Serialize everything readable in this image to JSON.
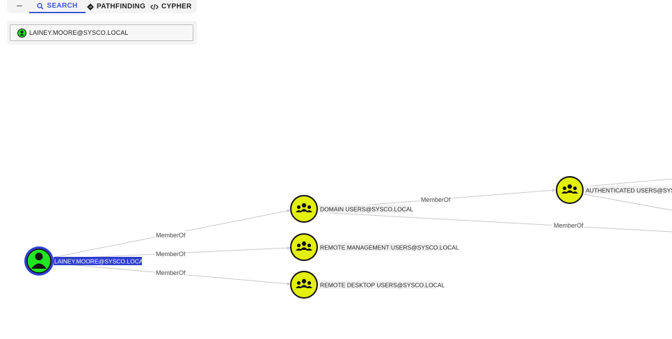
{
  "toolbar": {
    "collapse_symbol": "–",
    "tabs": [
      {
        "label": "SEARCH",
        "active": true
      },
      {
        "label": "PATHFINDING",
        "active": false
      },
      {
        "label": "CYPHER",
        "active": false
      }
    ]
  },
  "search": {
    "selected_value": "LAINEY.MOORE@SYSCO.LOCAL"
  },
  "colors": {
    "accent": "#3a57d8",
    "user_node": "#22e522",
    "group_node": "#e3f00e",
    "selected_ring": "#2e3fcf",
    "edge": "#c8c8c8"
  },
  "graph": {
    "nodes": [
      {
        "id": "lainey",
        "label": "LAINEY.MOORE@SYSCO.LOCAL",
        "kind": "user",
        "icon": "user-icon",
        "selected": true
      },
      {
        "id": "domain_users",
        "label": "DOMAIN USERS@SYSCO.LOCAL",
        "kind": "group",
        "icon": "group-icon"
      },
      {
        "id": "remote_mgmt",
        "label": "REMOTE MANAGEMENT USERS@SYSCO.LOCAL",
        "kind": "group",
        "icon": "group-icon"
      },
      {
        "id": "remote_desktop",
        "label": "REMOTE DESKTOP USERS@SYSCO.LOCAL",
        "kind": "group",
        "icon": "group-icon"
      },
      {
        "id": "auth_users",
        "label": "AUTHENTICATED USERS@SYSC",
        "kind": "group",
        "icon": "group-icon"
      }
    ],
    "edges": [
      {
        "from": "lainey",
        "to": "domain_users",
        "label": "MemberOf"
      },
      {
        "from": "lainey",
        "to": "remote_mgmt",
        "label": "MemberOf"
      },
      {
        "from": "lainey",
        "to": "remote_desktop",
        "label": "MemberOf"
      },
      {
        "from": "domain_users",
        "to": "auth_users",
        "label": "MemberOf"
      },
      {
        "from": "domain_users",
        "to": "offscreen",
        "label": "MemberOf"
      }
    ]
  }
}
